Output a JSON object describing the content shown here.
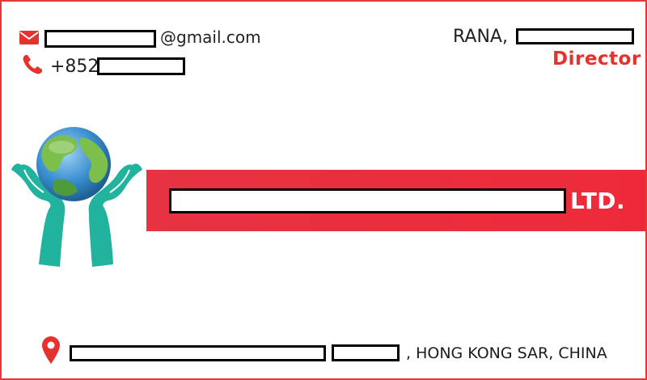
{
  "contact": {
    "email_domain": "@gmail.com",
    "phone_prefix": "+852",
    "icons": {
      "email": "envelope-icon",
      "phone": "phone-icon",
      "location": "map-pin-icon"
    }
  },
  "person": {
    "name_prefix": "RANA,",
    "title": "Director"
  },
  "company": {
    "suffix": "LTD."
  },
  "address": {
    "tail": ", HONG KONG SAR, CHINA"
  },
  "colors": {
    "accent_red": "#e5322f",
    "band_red": "#ec2d3c",
    "logo_teal": "#22b39e",
    "globe_blue": "#3a8fd0",
    "globe_green": "#7cc04b"
  }
}
